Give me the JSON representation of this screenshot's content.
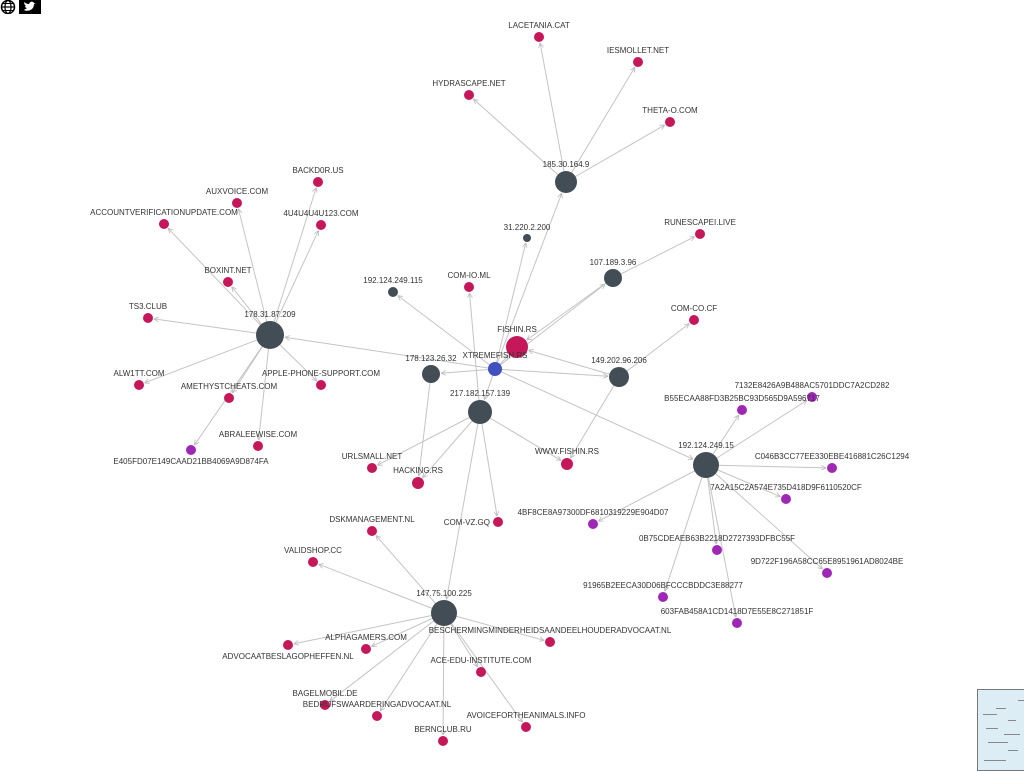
{
  "toolbar": {
    "icons": [
      "globe-icon",
      "twitter-icon"
    ]
  },
  "colors": {
    "ip": "#434d56",
    "domain": "#c4185a",
    "hash": "#9e28b5",
    "seed": "#3f51c0",
    "edge": "#c4c4c4",
    "minimap_bg": "#dcedf5"
  },
  "nodes": [
    {
      "label": "XTREMEFISH.RS",
      "type": "seed"
    },
    {
      "label": "178.31.87.209",
      "type": "ip"
    },
    {
      "label": "185.30.164.9",
      "type": "ip"
    },
    {
      "label": "107.189.3.96",
      "type": "ip"
    },
    {
      "label": "149.202.96.206",
      "type": "ip"
    },
    {
      "label": "178.123.26.32",
      "type": "ip"
    },
    {
      "label": "217.182.157.139",
      "type": "ip"
    },
    {
      "label": "192.124.249.15",
      "type": "ip"
    },
    {
      "label": "147.75.100.225",
      "type": "ip"
    },
    {
      "label": "31.220.2.200",
      "type": "ip"
    },
    {
      "label": "192.124.249.115",
      "type": "ip"
    },
    {
      "label": "FISHIN.RS",
      "type": "domain"
    },
    {
      "label": "ACCOUNTVERIFICATIONUPDATE.COM",
      "type": "domain"
    },
    {
      "label": "AUXVOICE.COM",
      "type": "domain"
    },
    {
      "label": "BACKD0R.US",
      "type": "domain"
    },
    {
      "label": "4U4U4U4U123.COM",
      "type": "domain"
    },
    {
      "label": "BOXINT.NET",
      "type": "domain"
    },
    {
      "label": "TS3.CLUB",
      "type": "domain"
    },
    {
      "label": "ALW1TT.COM",
      "type": "domain"
    },
    {
      "label": "AMETHYSTCHEATS.COM",
      "type": "domain"
    },
    {
      "label": "APPLE-PHONE-SUPPORT.COM",
      "type": "domain"
    },
    {
      "label": "ABRALEEWISE.COM",
      "type": "domain"
    },
    {
      "label": "E405FD07E149CAAD21BB4069A9D874FA",
      "type": "hash"
    },
    {
      "label": "LACETANIA.CAT",
      "type": "domain"
    },
    {
      "label": "IESMOLLET.NET",
      "type": "domain"
    },
    {
      "label": "HYDRASCAPE.NET",
      "type": "domain"
    },
    {
      "label": "THETA-O.COM",
      "type": "domain"
    },
    {
      "label": "RUNESCAPEI.LIVE",
      "type": "domain"
    },
    {
      "label": "COM-IO.ML",
      "type": "domain"
    },
    {
      "label": "COM-CO.CF",
      "type": "domain"
    },
    {
      "label": "URLSMALL.NET",
      "type": "domain"
    },
    {
      "label": "HACKING.RS",
      "type": "domain"
    },
    {
      "label": "WWW.FISHIN.RS",
      "type": "domain"
    },
    {
      "label": "COM-VZ.GQ",
      "type": "domain"
    },
    {
      "label": "7132E8426A9B488AC5701DDC7A2CD282",
      "type": "hash"
    },
    {
      "label": "B55ECAA88FD3B25BC93D565D9A596717",
      "type": "hash"
    },
    {
      "label": "C046B3CC77EE330EBE416881C26C1294",
      "type": "hash"
    },
    {
      "label": "7A2A15C2A574E735D418D9F6110520CF",
      "type": "hash"
    },
    {
      "label": "4BF8CE8A97300DF6810319229E904D07",
      "type": "hash"
    },
    {
      "label": "0B75CDEAEB63B2218D2727393DFBC55F",
      "type": "hash"
    },
    {
      "label": "9D722F196A58CC65E8951961AD8024BE",
      "type": "hash"
    },
    {
      "label": "91965B2EECA30D06BFCCCBDDC3E88277",
      "type": "hash"
    },
    {
      "label": "603FAB458A1CD1418D7E55E8C271851F",
      "type": "hash"
    },
    {
      "label": "DSKMANAGEMENT.NL",
      "type": "domain"
    },
    {
      "label": "VALIDSHOP.CC",
      "type": "domain"
    },
    {
      "label": "ADVOCAATBESLAGOPHEFFEN.NL",
      "type": "domain"
    },
    {
      "label": "ALPHAGAMERS.COM",
      "type": "domain"
    },
    {
      "label": "BESCHERMINGMINDERHEIDSAANDEELHOUDERADVOCAAT.NL",
      "type": "domain"
    },
    {
      "label": "ACE-EDU-INSTITUTE.COM",
      "type": "domain"
    },
    {
      "label": "BAGELMOBIL.DE",
      "type": "domain"
    },
    {
      "label": "BEDRIJFSWAARDERINGADVOCAAT.NL",
      "type": "domain"
    },
    {
      "label": "AVOICEFORTHEANIMALS.INFO",
      "type": "domain"
    },
    {
      "label": "BERNCLUB.RU",
      "type": "domain"
    }
  ],
  "edges": [
    [
      0,
      1
    ],
    [
      0,
      10
    ],
    [
      0,
      9
    ],
    [
      0,
      2
    ],
    [
      0,
      3
    ],
    [
      0,
      11
    ],
    [
      0,
      4
    ],
    [
      0,
      5
    ],
    [
      0,
      6
    ],
    [
      0,
      7
    ],
    [
      6,
      28
    ],
    [
      1,
      12
    ],
    [
      1,
      13
    ],
    [
      1,
      14
    ],
    [
      1,
      15
    ],
    [
      1,
      16
    ],
    [
      1,
      17
    ],
    [
      1,
      18
    ],
    [
      1,
      19
    ],
    [
      1,
      20
    ],
    [
      1,
      21
    ],
    [
      1,
      22
    ],
    [
      2,
      23
    ],
    [
      2,
      24
    ],
    [
      2,
      25
    ],
    [
      2,
      26
    ],
    [
      3,
      27
    ],
    [
      3,
      11
    ],
    [
      4,
      29
    ],
    [
      4,
      11
    ],
    [
      4,
      32
    ],
    [
      5,
      31
    ],
    [
      6,
      30
    ],
    [
      6,
      31
    ],
    [
      6,
      32
    ],
    [
      6,
      33
    ],
    [
      6,
      8
    ],
    [
      7,
      34
    ],
    [
      7,
      35
    ],
    [
      7,
      36
    ],
    [
      7,
      37
    ],
    [
      7,
      38
    ],
    [
      7,
      39
    ],
    [
      7,
      40
    ],
    [
      7,
      41
    ],
    [
      7,
      42
    ],
    [
      8,
      43
    ],
    [
      8,
      44
    ],
    [
      8,
      45
    ],
    [
      8,
      46
    ],
    [
      8,
      47
    ],
    [
      8,
      48
    ],
    [
      8,
      49
    ],
    [
      8,
      50
    ],
    [
      8,
      51
    ],
    [
      8,
      52
    ]
  ]
}
